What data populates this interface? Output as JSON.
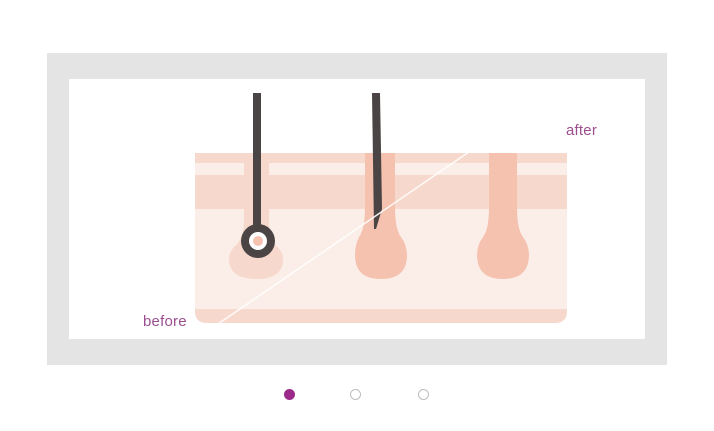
{
  "diagram": {
    "label_after": "after",
    "label_before": "before",
    "colors": {
      "skin_light": "#fbeee8",
      "skin_mid": "#f6d9cc",
      "follicle": "#f5c2b0",
      "hair": "#4a4444",
      "label": "#9b4f8f",
      "frame": "#e4e4e4"
    }
  },
  "carousel": {
    "slide_count": 3,
    "active_index": 0,
    "active_color": "#9b2a8a"
  }
}
